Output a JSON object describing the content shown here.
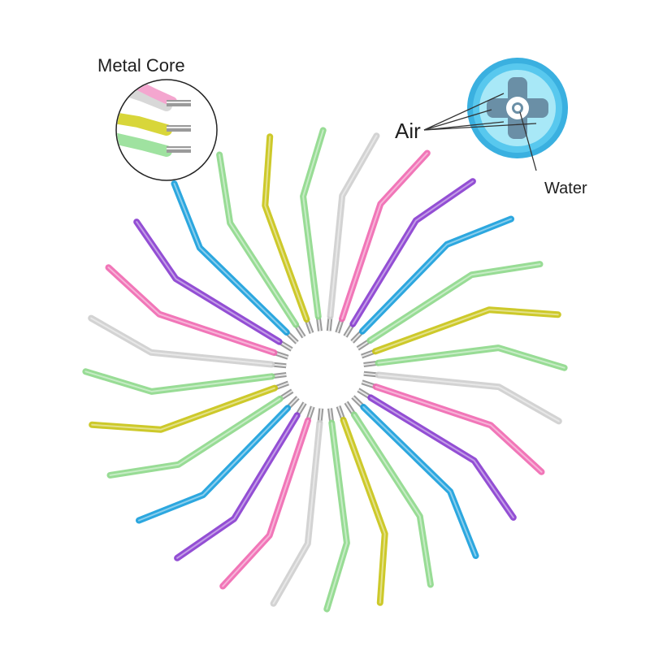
{
  "labels": {
    "metal_core": "Metal Core",
    "air": "Air",
    "water": "Water"
  },
  "colors": {
    "yellow": "#c9c418",
    "green": "#8fd98c",
    "silver": "#cfcfcf",
    "pink": "#f06ab2",
    "purple": "#8a3fd0",
    "blue": "#1aa0dc",
    "disc_outer": "#3ab0e0",
    "disc_inner": "#9fe4f6",
    "cross": "#5a8aa8"
  },
  "tips": {
    "count": 28,
    "color_cycle": [
      "yellow",
      "green",
      "silver",
      "pink",
      "purple",
      "blue",
      "green"
    ]
  }
}
